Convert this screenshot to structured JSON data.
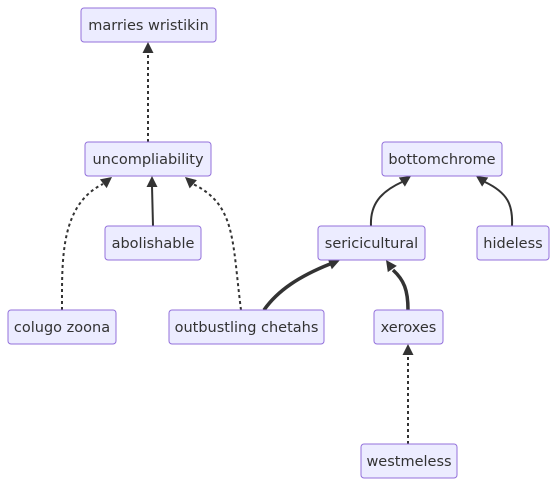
{
  "diagram": {
    "type": "flowchart",
    "colors": {
      "node_fill": "#ececff",
      "node_border": "#9370db",
      "text": "#333333",
      "edge": "#333333"
    },
    "nodes": [
      {
        "id": "marries",
        "label": "marries wristikin"
      },
      {
        "id": "uncompliability",
        "label": "uncompliability"
      },
      {
        "id": "abolishable",
        "label": "abolishable"
      },
      {
        "id": "colugo",
        "label": "colugo zoona"
      },
      {
        "id": "outbustling",
        "label": "outbustling chetahs"
      },
      {
        "id": "bottomchrome",
        "label": "bottomchrome"
      },
      {
        "id": "sericicultural",
        "label": "sericicultural"
      },
      {
        "id": "hideless",
        "label": "hideless"
      },
      {
        "id": "xeroxes",
        "label": "xeroxes"
      },
      {
        "id": "westmeless",
        "label": "westmeless"
      }
    ],
    "edges": [
      {
        "from": "uncompliability",
        "to": "marries",
        "style": "dotted"
      },
      {
        "from": "abolishable",
        "to": "uncompliability",
        "style": "normal"
      },
      {
        "from": "colugo",
        "to": "uncompliability",
        "style": "dotted"
      },
      {
        "from": "outbustling",
        "to": "uncompliability",
        "style": "dotted"
      },
      {
        "from": "outbustling",
        "to": "sericicultural",
        "style": "thick"
      },
      {
        "from": "sericicultural",
        "to": "bottomchrome",
        "style": "normal"
      },
      {
        "from": "hideless",
        "to": "bottomchrome",
        "style": "normal"
      },
      {
        "from": "xeroxes",
        "to": "sericicultural",
        "style": "thick"
      },
      {
        "from": "westmeless",
        "to": "xeroxes",
        "style": "dotted"
      }
    ]
  }
}
